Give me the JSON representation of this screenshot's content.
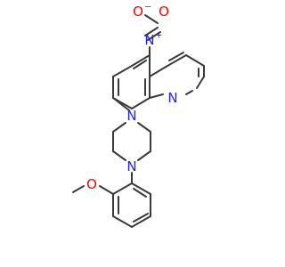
{
  "molecule": {
    "atoms": {
      "nitro_n": {
        "label": "N",
        "charge": "+",
        "color": "#1f1fff"
      },
      "nitro_o_left": {
        "label": "O",
        "charge": "−",
        "color": "#ff0000"
      },
      "nitro_o_right": {
        "label": "O",
        "color": "#ff0000"
      },
      "quinoline_n": {
        "label": "N",
        "color": "#1f1fff"
      },
      "piperazine_n_top": {
        "label": "N",
        "color": "#1f1fff"
      },
      "piperazine_n_bottom": {
        "label": "N",
        "color": "#1f1fff"
      },
      "methoxy_o": {
        "label": "O",
        "color": "#ff0000"
      }
    },
    "bond_color": "#3a3a3a"
  }
}
